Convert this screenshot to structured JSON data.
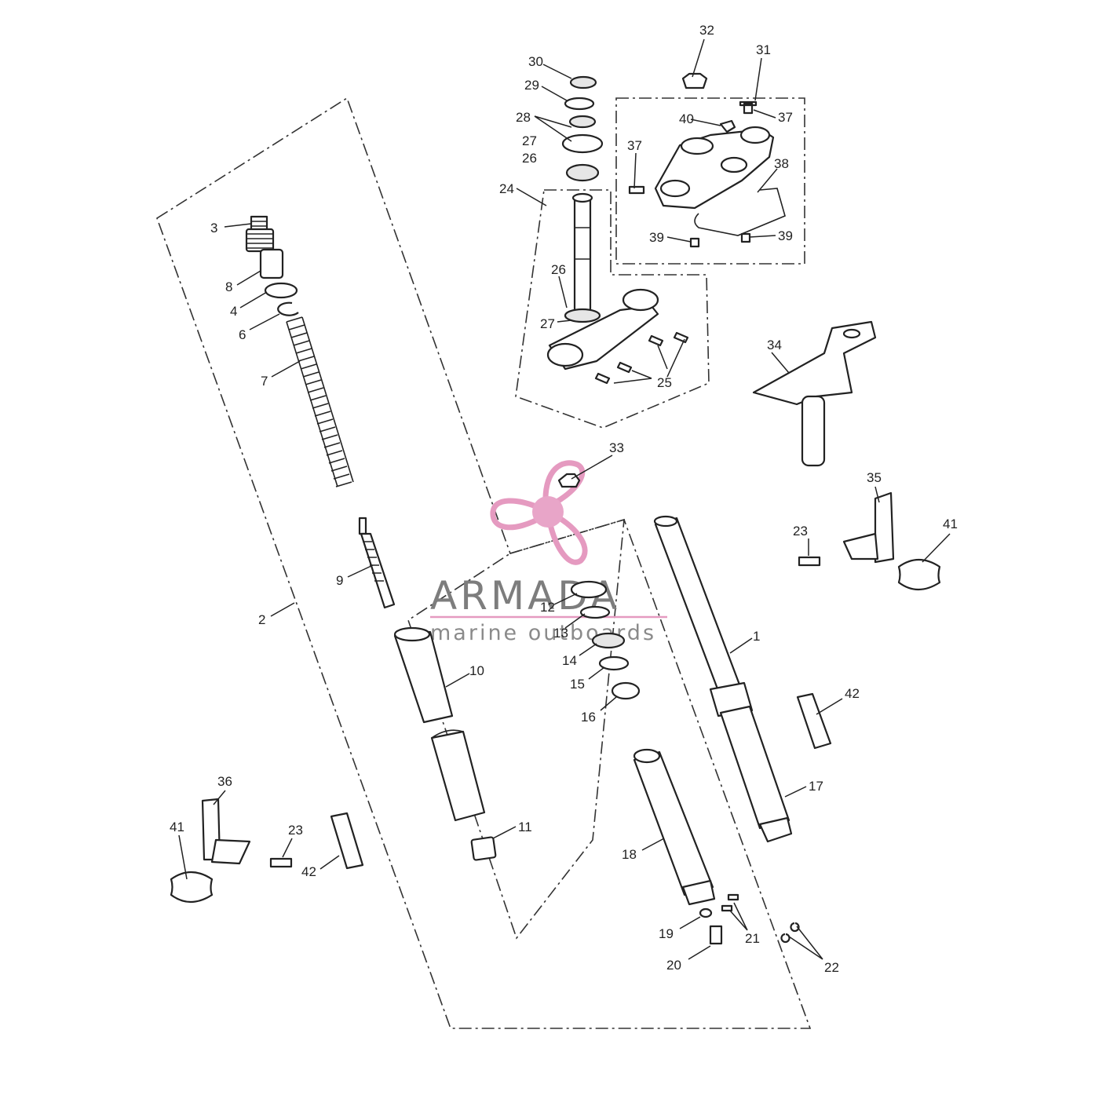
{
  "watermark": {
    "brand": "ARMADA",
    "tagline": "marine outboards",
    "accent_color": "#e59ac0",
    "text_color": "#7d7d7d",
    "logo_icon": "propeller-icon"
  },
  "callouts": {
    "p1": "1",
    "p2": "2",
    "p3": "3",
    "p4": "4",
    "p6": "6",
    "p7": "7",
    "p8": "8",
    "p9": "9",
    "p10": "10",
    "p11": "11",
    "p12": "12",
    "p13": "13",
    "p14": "14",
    "p15": "15",
    "p16": "16",
    "p17": "17",
    "p18": "18",
    "p19": "19",
    "p20": "20",
    "p21": "21",
    "p22": "22",
    "p23a": "23",
    "p23b": "23",
    "p24": "24",
    "p25": "25",
    "p26a": "26",
    "p26b": "26",
    "p27a": "27",
    "p27b": "27",
    "p28": "28",
    "p29": "29",
    "p30": "30",
    "p31": "31",
    "p32": "32",
    "p33": "33",
    "p34": "34",
    "p35": "35",
    "p36": "36",
    "p37a": "37",
    "p37b": "37",
    "p38": "38",
    "p39a": "39",
    "p39b": "39",
    "p40": "40",
    "p41a": "41",
    "p41b": "41",
    "p42a": "42",
    "p42b": "42"
  }
}
